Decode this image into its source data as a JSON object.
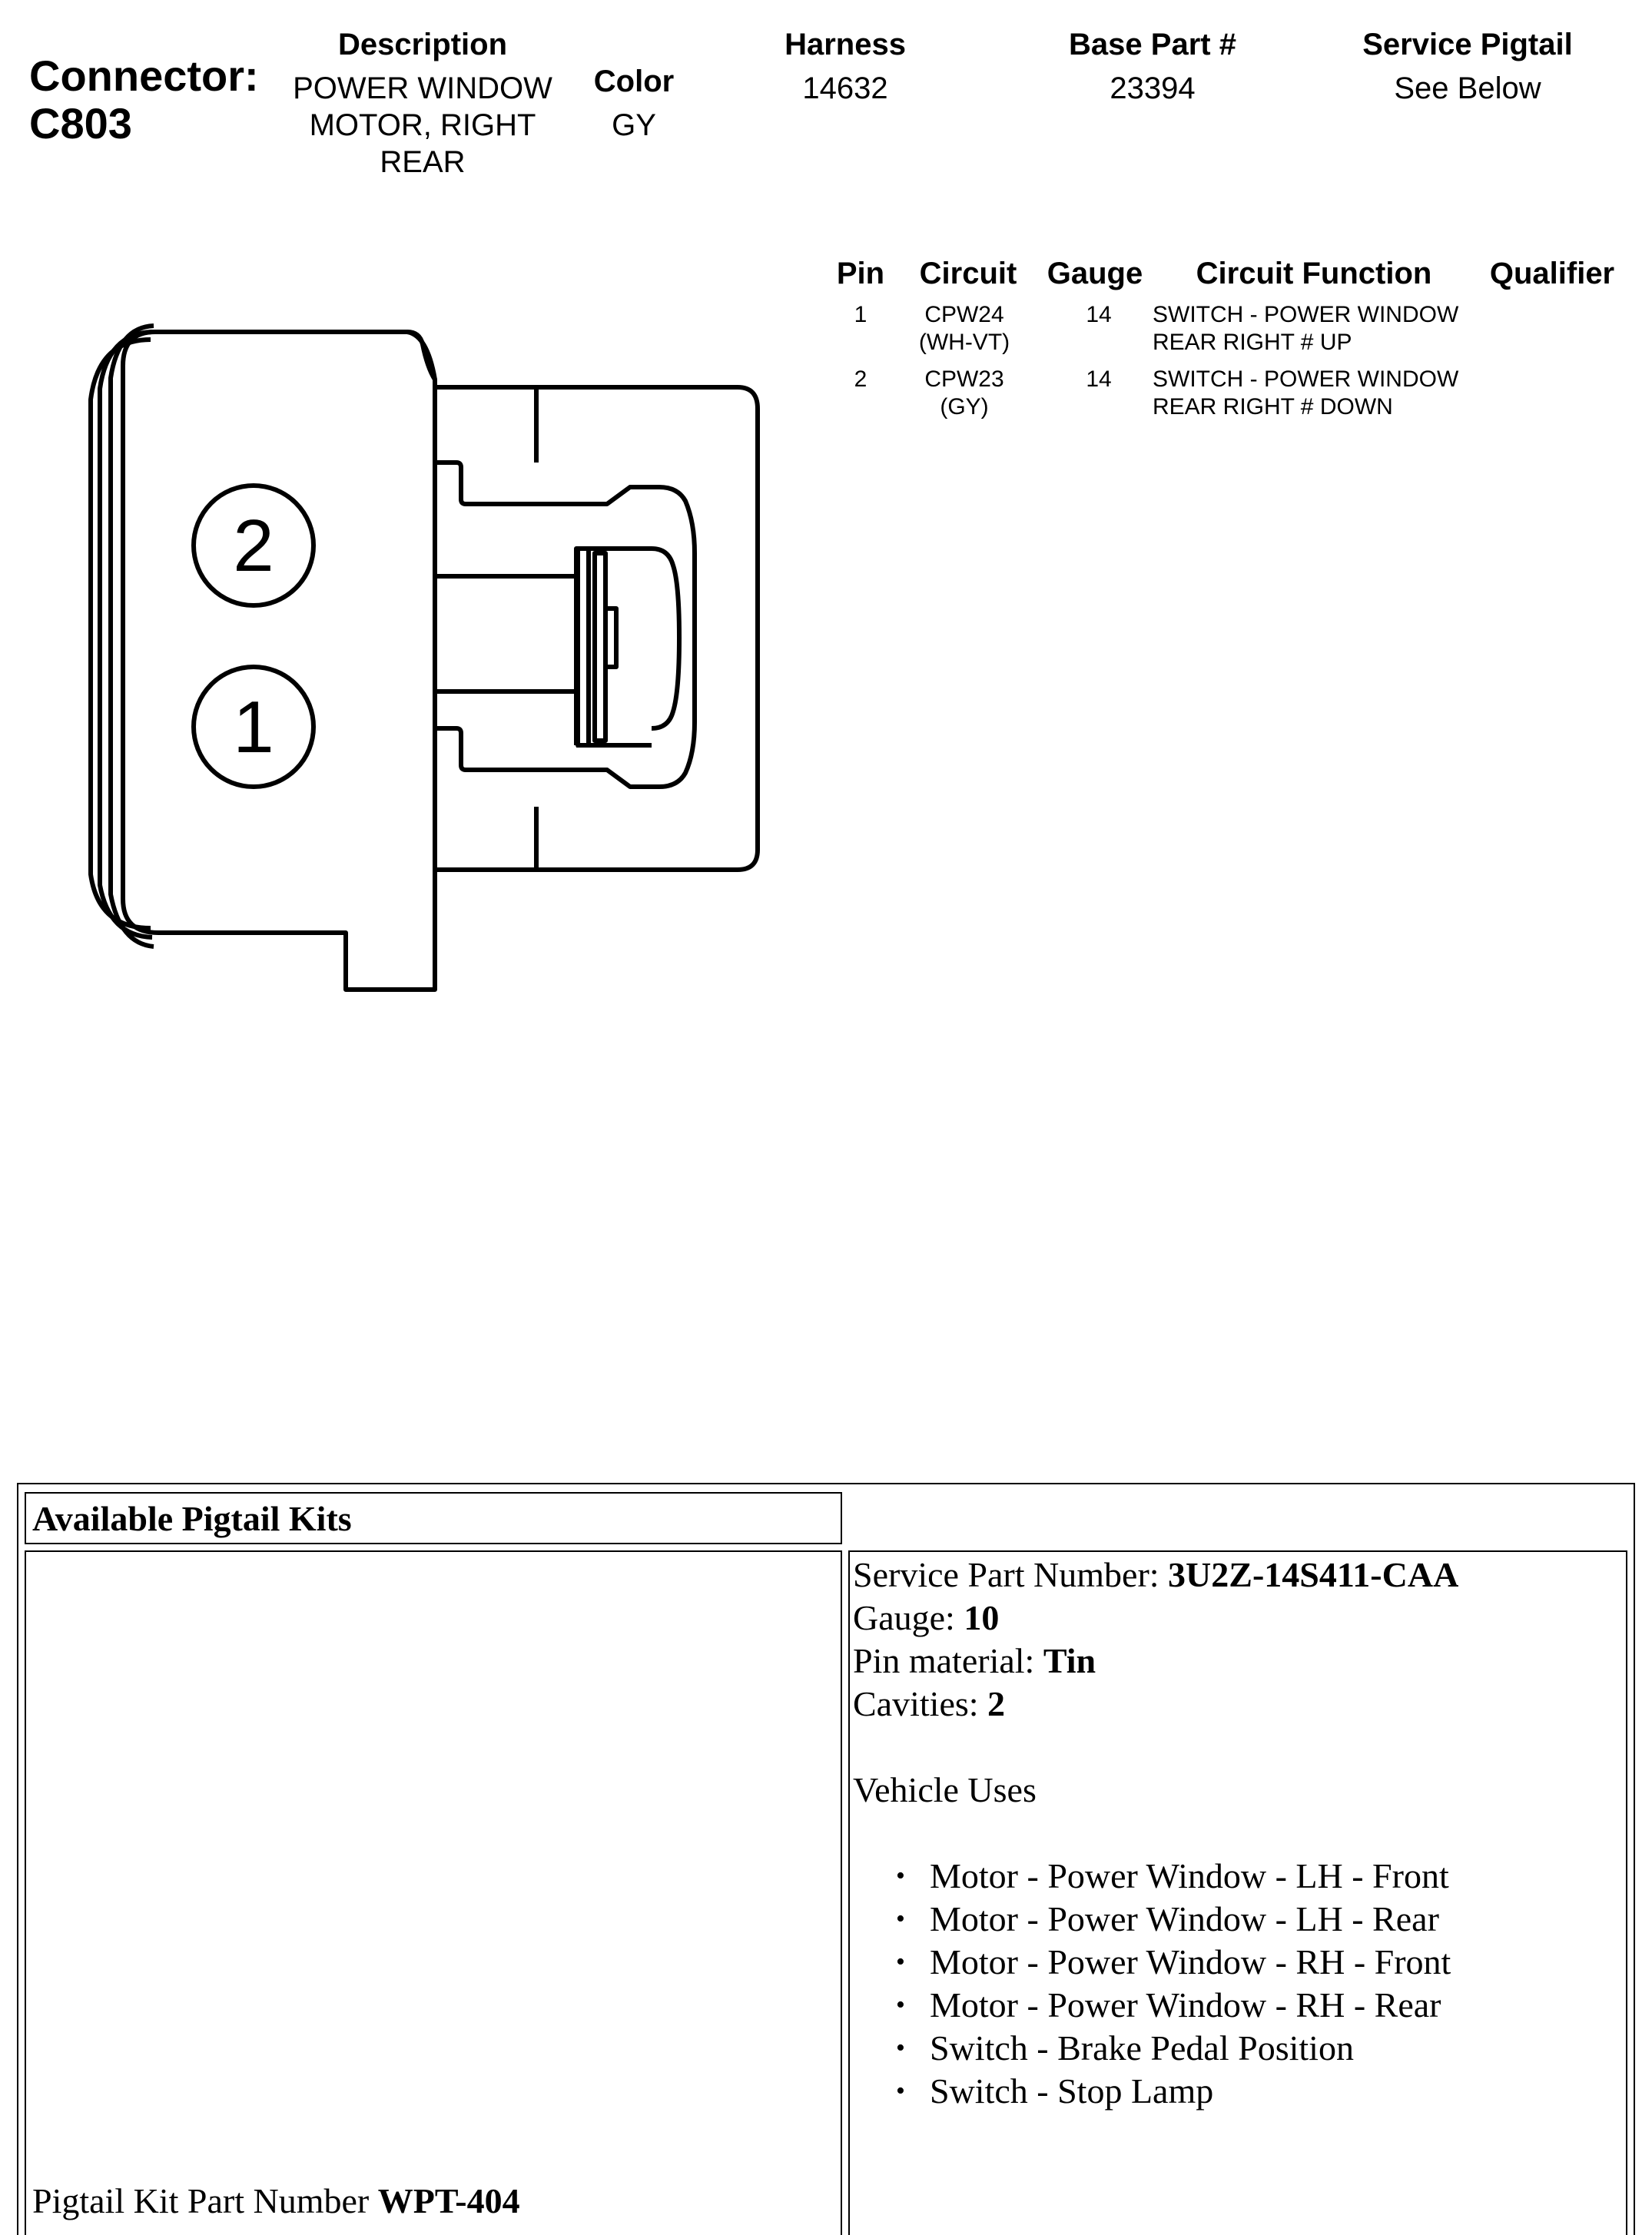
{
  "connector": {
    "label": "Connector:",
    "id": "C803"
  },
  "header": {
    "description": {
      "label": "Description",
      "value": "POWER WINDOW MOTOR, RIGHT REAR"
    },
    "color": {
      "label": "Color",
      "value": "GY"
    },
    "harness": {
      "label": "Harness",
      "value": "14632"
    },
    "base_part": {
      "label": "Base Part #",
      "value": "23394"
    },
    "service_pigtail": {
      "label": "Service Pigtail",
      "value": "See Below"
    }
  },
  "pin_table": {
    "headers": {
      "pin": "Pin",
      "circuit": "Circuit",
      "gauge": "Gauge",
      "function": "Circuit Function",
      "qualifier": "Qualifier"
    },
    "rows": [
      {
        "pin": "1",
        "circuit": "CPW24",
        "circuit_color": "(WH-VT)",
        "gauge": "14",
        "function_line1": "SWITCH - POWER WINDOW",
        "function_line2": "REAR RIGHT # UP",
        "qualifier": ""
      },
      {
        "pin": "2",
        "circuit": "CPW23",
        "circuit_color": "(GY)",
        "gauge": "14",
        "function_line1": "SWITCH - POWER WINDOW",
        "function_line2": "REAR RIGHT # DOWN",
        "qualifier": ""
      }
    ]
  },
  "diagram": {
    "pin_labels": [
      "2",
      "1"
    ]
  },
  "pigtail": {
    "section_title": "Available Pigtail Kits",
    "kit_number_label": "Pigtail Kit Part Number ",
    "kit_number": "WPT-404",
    "service_part_label": "Service Part Number: ",
    "service_part": "3U2Z-14S411-CAA",
    "gauge_label": "Gauge: ",
    "gauge": "10",
    "pin_material_label": "Pin material: ",
    "pin_material": "Tin",
    "cavities_label": "Cavities: ",
    "cavities": "2",
    "vehicle_uses_title": "Vehicle Uses",
    "vehicle_uses": [
      "Motor - Power Window - LH - Front",
      "Motor - Power Window - LH - Rear",
      "Motor - Power Window - RH - Front",
      "Motor - Power Window - RH - Rear",
      "Switch - Brake Pedal Position",
      "Switch - Stop Lamp"
    ]
  }
}
